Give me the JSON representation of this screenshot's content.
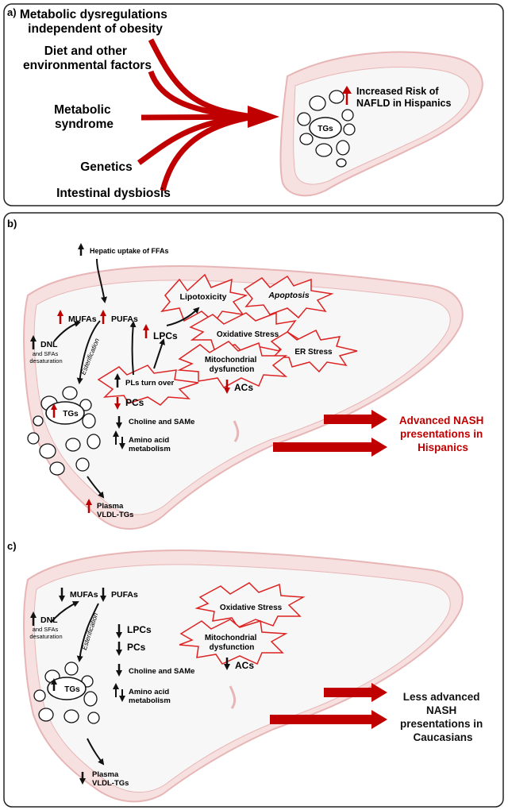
{
  "colors": {
    "accent_red": "#c00000",
    "liver_fill": "#f7e0e0",
    "liver_stroke": "#e7b5b5",
    "inner_fill": "#f7f7f7",
    "black": "#111111"
  },
  "panel_a": {
    "label": "a)",
    "factors": {
      "metabolic_dys_line1": "Metabolic dysregulations",
      "metabolic_dys_line2": "independent of obesity",
      "diet_line1": "Diet and other",
      "diet_line2": "environmental factors",
      "metabolic_syndrome_line1": "Metabolic",
      "metabolic_syndrome_line2": "syndrome",
      "genetics": "Genetics",
      "dysbiosis": "Intestinal dysbiosis"
    },
    "tgs": "TGs",
    "risk_line1": "Increased Risk of",
    "risk_line2": "NAFLD in Hispanics"
  },
  "panel_b": {
    "label": "b)",
    "hepatic_uptake": "Hepatic uptake of FFAs",
    "mufas": "MUFAs",
    "pufas": "PUFAs",
    "dnl": "DNL",
    "sfa_line1": "and SFAs",
    "sfa_line2": "desaturation",
    "esterification": "Esterification",
    "lipotoxicity": "Lipotoxicity",
    "apoptosis": "Apoptosis",
    "oxidative": "Oxidative Stress",
    "er_stress": "ER Stress",
    "mito_line1": "Mitochondrial",
    "mito_line2": "dysfunction",
    "lpcs": "LPCs",
    "pls": "PLs turn over",
    "pcs": "PCs",
    "acs": "ACs",
    "tgs": "TGs",
    "choline": "Choline and SAMe",
    "amino_line1": "Amino acid",
    "amino_line2": "metabolism",
    "plasma_line1": "Plasma",
    "plasma_line2": "VLDL-TGs",
    "outcome_line1": "Advanced NASH",
    "outcome_line2": "presentations in",
    "outcome_line3": "Hispanics"
  },
  "panel_c": {
    "label": "c)",
    "mufas": "MUFAs",
    "pufas": "PUFAs",
    "dnl": "DNL",
    "sfa_line1": "and SFAs",
    "sfa_line2": "desaturation",
    "esterification": "Esterification",
    "lpcs": "LPCs",
    "pcs": "PCs",
    "oxidative": "Oxidative Stress",
    "mito_line1": "Mitochondrial",
    "mito_line2": "dysfunction",
    "acs": "ACs",
    "tgs": "TGs",
    "choline": "Choline and SAMe",
    "amino_line1": "Amino acid",
    "amino_line2": "metabolism",
    "plasma_line1": "Plasma",
    "plasma_line2": "VLDL-TGs",
    "outcome_line1": "Less advanced",
    "outcome_line2": "NASH",
    "outcome_line3": "presentations in",
    "outcome_line4": "Caucasians"
  }
}
